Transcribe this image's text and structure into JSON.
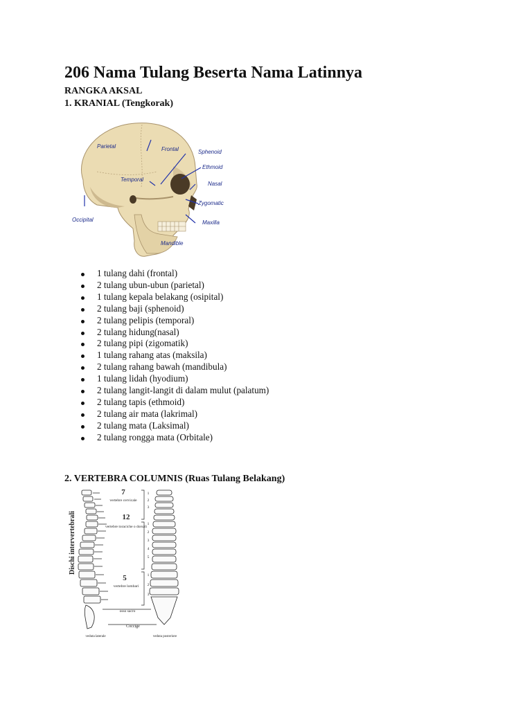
{
  "title": "206 Nama Tulang Beserta Nama Latinnya",
  "section_axial": "RANGKA AKSAL",
  "subsection_1": "1. KRANIAL (Tengkorak)",
  "skull_labels": {
    "parietal": "Parietal",
    "frontal": "Frontal",
    "sphenoid": "Sphenoid",
    "ethmoid": "Ethmoid",
    "temporal": "Temporal",
    "nasal": "Nasal",
    "zygomatic": "Zygomatic",
    "occipital": "Occipital",
    "maxilla": "Maxilla",
    "mandible": "Mandible"
  },
  "cranial_bones": [
    "1 tulang dahi (frontal)",
    "2 tulang ubun-ubun (parietal)",
    "1 tulang kepala belakang (osipital)",
    "2 tulang baji (sphenoid)",
    "2 tulang pelipis (temporal)",
    "2 tulang hidung(nasal)",
    "2 tulang pipi (zigomatik)",
    "1 tulang rahang atas (maksila)",
    "2 tulang rahang bawah (mandibula)",
    "1 tulang lidah (hyodium)",
    "2 tulang langit-langit di dalam mulut (palatum)",
    "2 tulang tapis (ethmoid)",
    "2 tulang air mata (lakrimal)",
    "2 tulang mata (Laksimal)",
    "2 tulang rongga mata (Orbitale)"
  ],
  "subsection_2": "2. VERTEBRA COLUMNIS (Ruas Tulang Belakang)",
  "spine_labels": {
    "side_label": "Dischi intervertebrali",
    "cervical_count": "7",
    "cervical_name": "vertebre cervicale",
    "thoracic_count": "12",
    "thoracic_name": "vertebre toraciche o dorsali",
    "lumbar_count": "5",
    "lumbar_name": "vertebre lombari",
    "sacrum": "osso sacro",
    "coccyx": "Coccige",
    "view_lateral": "veduta laterale",
    "view_posterior": "veduta posteriore"
  }
}
